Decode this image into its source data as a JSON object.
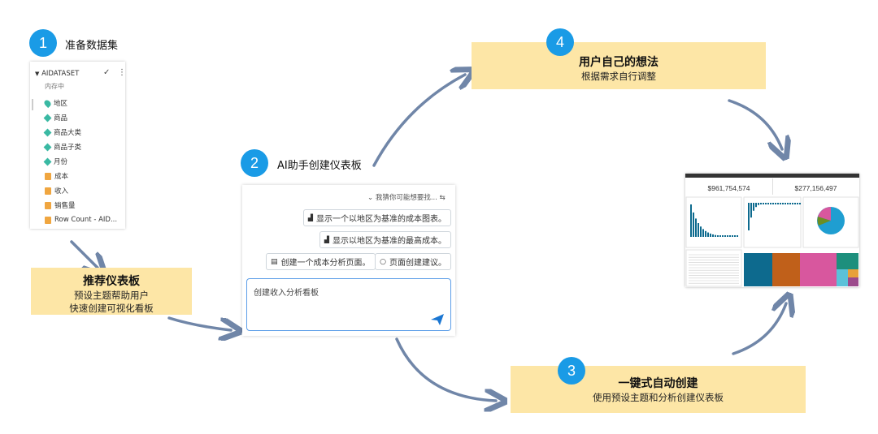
{
  "steps": {
    "s1": {
      "num": "1",
      "title": "准备数据集"
    },
    "s2": {
      "num": "2",
      "title": "AI助手创建仪表板"
    },
    "s3": {
      "num": "3",
      "title": "一键式自动创建",
      "subtitle": "使用预设主题和分析创建仪表板"
    },
    "s4": {
      "num": "4",
      "title": "用户自己的想法",
      "subtitle": "根据需求自行调整"
    }
  },
  "recommend": {
    "title": "推荐仪表板",
    "line1": "预设主题帮助用户",
    "line2": "快速创建可视化看板"
  },
  "dataset": {
    "name": "AIDATASET",
    "status": "内存中",
    "fields": [
      {
        "label": "地区",
        "icon": "geo-icon"
      },
      {
        "label": "商品",
        "icon": "dimension-icon"
      },
      {
        "label": "商品大类",
        "icon": "dimension-icon"
      },
      {
        "label": "商品子类",
        "icon": "dimension-icon"
      },
      {
        "label": "月份",
        "icon": "dimension-icon"
      },
      {
        "label": "成本",
        "icon": "measure-icon"
      },
      {
        "label": "收入",
        "icon": "measure-icon"
      },
      {
        "label": "销售量",
        "icon": "measure-icon"
      },
      {
        "label": "Row Count - AID...",
        "icon": "measure-icon"
      }
    ]
  },
  "chat": {
    "guess": "我猜你可能想要找...",
    "suggestions": [
      "显示一个以地区为基准的成本图表。",
      "显示以地区为基准的最高成本。",
      "创建一个成本分析页面。",
      "页面创建建议。"
    ],
    "input": "创建收入分析看板"
  },
  "dashboard": {
    "kpi1": "$961,754,574",
    "kpi2": "$277,156,497",
    "colors": [
      "#1f9ed1",
      "#0d6a8e",
      "#c0601a",
      "#d8579e",
      "#1d8f7d",
      "#5bc1d9"
    ]
  }
}
